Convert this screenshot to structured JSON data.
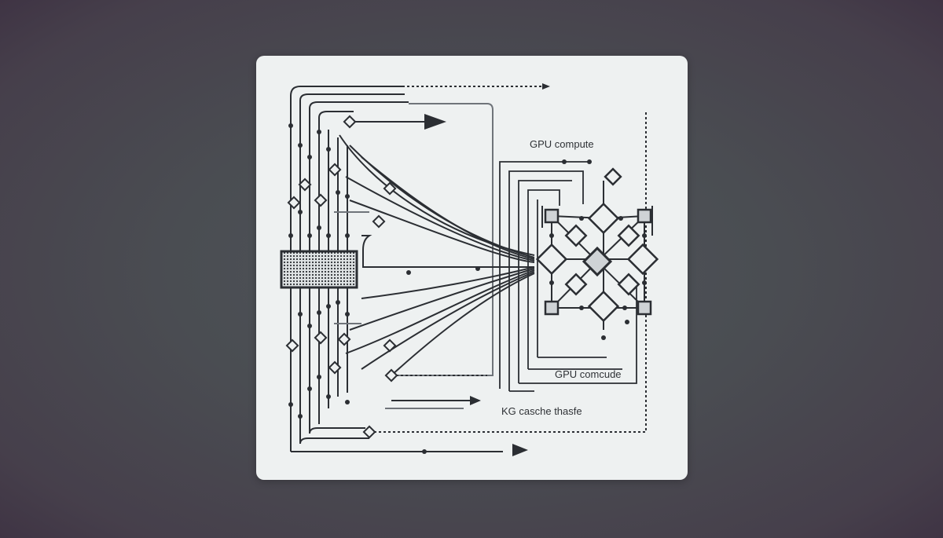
{
  "labels": {
    "gpu_compute": "GPU compute",
    "gpu_comcude": "GPU comcude",
    "kg_cache": "KG casche thasfe"
  },
  "colors": {
    "background": "#4a4d52",
    "card": "#eef1f1",
    "ink": "#2b2e33",
    "muted": "#7d8288"
  }
}
